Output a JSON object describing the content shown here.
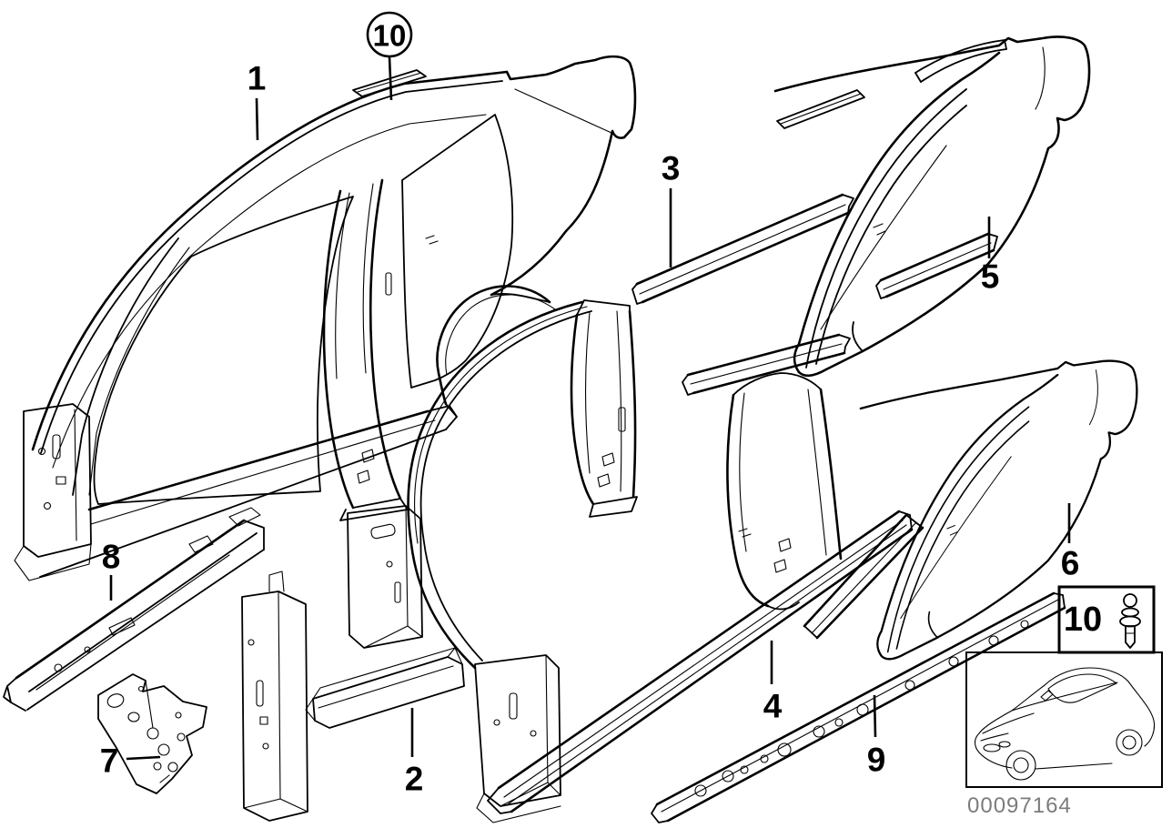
{
  "colors": {
    "background": "#ffffff",
    "line": "#000000",
    "drawing_number_text": "#7c7c7c"
  },
  "callouts": {
    "c1": {
      "label": "1"
    },
    "c2": {
      "label": "2"
    },
    "c3": {
      "label": "3"
    },
    "c4": {
      "label": "4"
    },
    "c5": {
      "label": "5"
    },
    "c6": {
      "label": "6"
    },
    "c7": {
      "label": "7"
    },
    "c8": {
      "label": "8"
    },
    "c9": {
      "label": "9"
    },
    "c10_circled": {
      "label": "10"
    }
  },
  "legend": {
    "item_number": "10",
    "icon_name": "expansion-rivet-icon"
  },
  "thumbnail": {
    "icon_name": "car-sedan-sketch-icon"
  },
  "footer": {
    "drawing_number": "00097164"
  }
}
